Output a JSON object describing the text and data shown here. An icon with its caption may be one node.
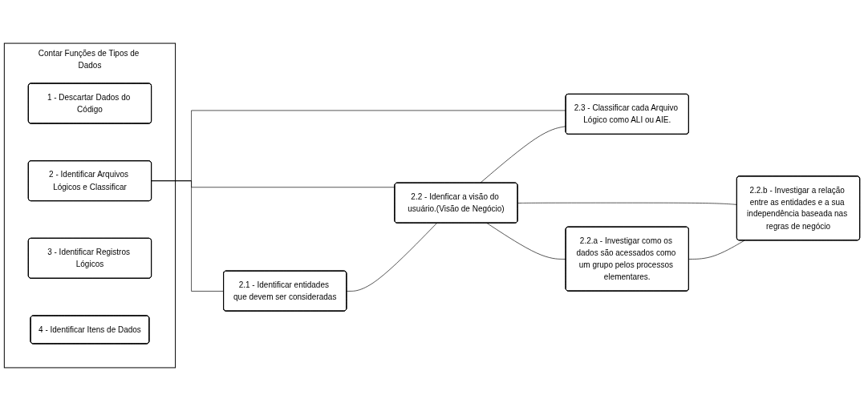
{
  "diagram": {
    "nodes": [
      {
        "text": [
          "Contar Funções de Tipos de Dados"
        ]
      },
      {
        "text": [
          "1 - Descartar Dados do Código"
        ],
        "in": 0
      },
      {
        "text": [
          "2 - Identificar Arquivos Lógicos e Classificar"
        ],
        "in": 0
      },
      {
        "text": [
          "3 - Identificar Registros Lógicos"
        ],
        "in": 0
      },
      {
        "text": [
          "4 - Identificar Itens de Dados"
        ],
        "in": 0
      },
      {
        "text": [
          "2.1 - Identificar entidades que devem ser consideradas"
        ]
      },
      {
        "text": [
          "2.2 - Idenficar a visão do usuário.(Visão de Negócio)"
        ]
      },
      {
        "text": [
          "2.3 - Classificar cada Arquivo Lógico como ALI ou AIE."
        ]
      },
      {
        "text": [
          "2.2.a - Investigar como os dados são acessados como um grupo pelos processos elementares."
        ]
      },
      {
        "text": [
          "2.2.b - Investigar a relação entre as entidades e a sua independência baseada nas regras de negócio"
        ]
      }
    ],
    "edges": [
      {
        "from": 2,
        "to": 5,
        "arrow": "none"
      },
      {
        "from": 2,
        "to": 6,
        "arrow": "none"
      },
      {
        "from": 2,
        "to": 7,
        "arrow": "none"
      },
      {
        "from": 5,
        "to": 6,
        "arrow": "none"
      },
      {
        "from": 6,
        "to": 7,
        "arrow": "none"
      },
      {
        "from": 6,
        "to": 8,
        "arrow": "none"
      },
      {
        "from": 6,
        "to": 9,
        "arrow": "none"
      },
      {
        "from": 8,
        "to": 9,
        "arrow": "none"
      }
    ]
  }
}
